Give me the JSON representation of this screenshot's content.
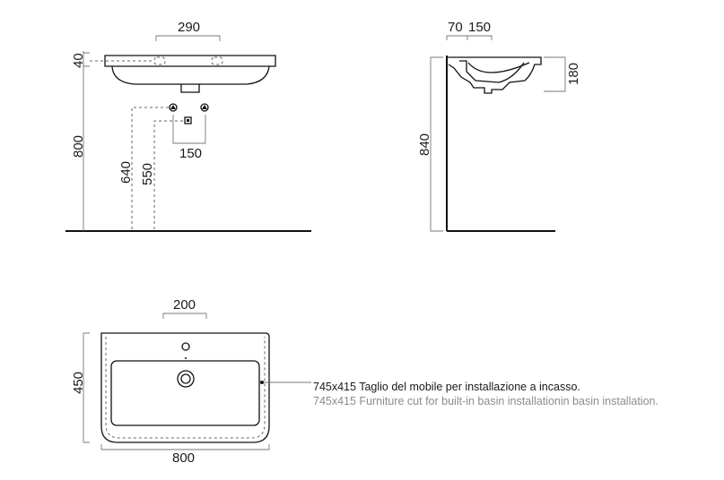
{
  "front_view": {
    "dim_width_top": "290",
    "dim_rim_height": "40",
    "dim_total_height": "800",
    "dim_waste_height": "640",
    "dim_supply_height": "550",
    "dim_supply_spacing": "150"
  },
  "side_view": {
    "dim_wall_offset": "70",
    "dim_depth_offset": "150",
    "dim_bowl_height": "180",
    "dim_total_height": "840"
  },
  "top_view": {
    "dim_top_width": "200",
    "dim_depth": "450",
    "dim_width": "800",
    "note_it": "745x415 Taglio del mobile per installazione a incasso.",
    "note_en": "745x415 Furniture cut for built-in basin installationin basin installation."
  }
}
